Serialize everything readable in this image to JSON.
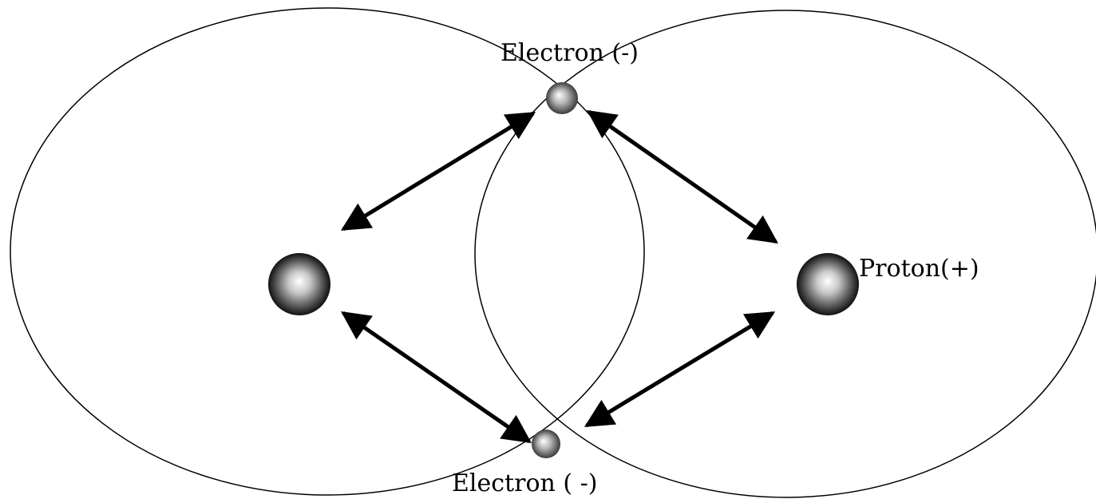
{
  "labels": {
    "electron_top": "Electron (-)",
    "electron_bottom": "Electron ( -)",
    "proton_right": "Proton(+)"
  },
  "colors": {
    "line": "#000000",
    "background": "#ffffff",
    "sphere_light": "#ffffff",
    "sphere_dark": "#000000"
  }
}
